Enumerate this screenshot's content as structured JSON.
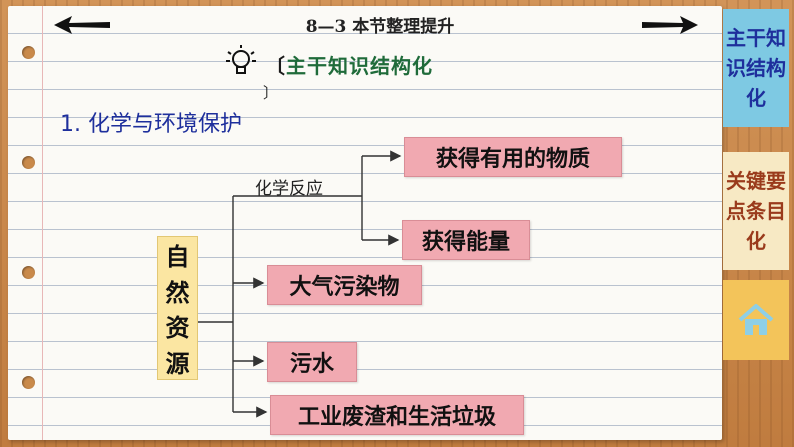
{
  "header": {
    "title": "8—3  本节整理提升",
    "back_icon": "arrow-left-icon",
    "forward_icon": "arrow-right-icon"
  },
  "section": {
    "icon": "lightbulb-icon",
    "bracket_open": "〔",
    "heading": "主干知识结构化",
    "bracket_close": "〕"
  },
  "subtitle": "1. 化学与环境保护",
  "diagram": {
    "root": [
      "自",
      "然",
      "资",
      "源"
    ],
    "edge_label": "化学反应",
    "nodes": {
      "useful_substances": "获得有用的物质",
      "energy": "获得能量",
      "air_pollutants": "大气污染物",
      "sewage": "污水",
      "residue": "工业废渣和生活垃圾"
    }
  },
  "side_tabs": {
    "tab1": "主干知识结构化",
    "tab2": "关键要点条目化",
    "home_icon": "home-icon"
  },
  "colors": {
    "node_fill": "#f1a9b1",
    "root_fill": "#fbe6a2",
    "tab1": "#7ec9e3",
    "tab2": "#f7e9c4",
    "home": "#f3c45a",
    "subtitle": "#1e2f9c"
  }
}
